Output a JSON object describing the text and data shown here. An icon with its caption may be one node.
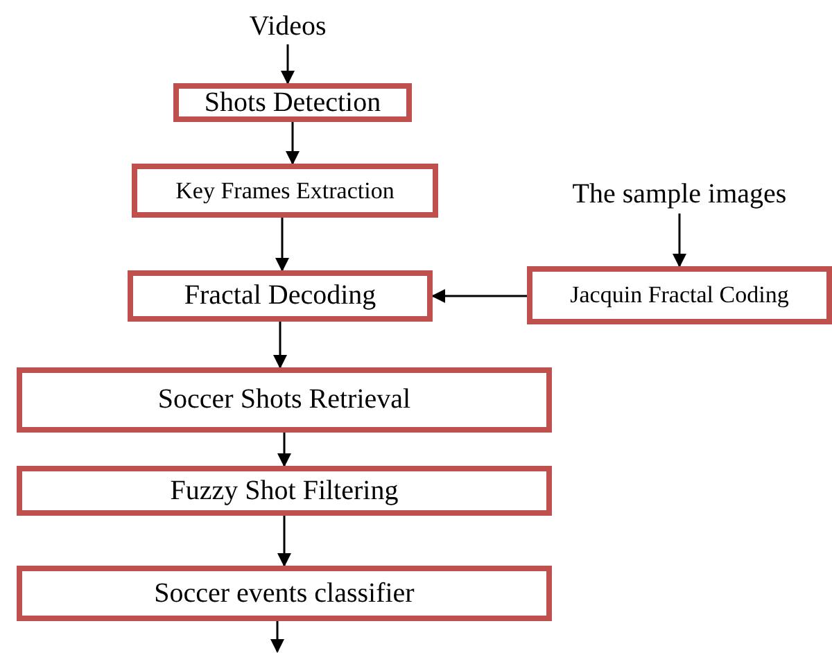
{
  "diagram": {
    "nodes": [
      {
        "text": [
          "Videos"
        ]
      },
      {
        "text": [
          "Shots Detection"
        ]
      },
      {
        "text": [
          "Key Frames Extraction"
        ]
      },
      {
        "text": [
          "Fractal Decoding"
        ]
      },
      {
        "text": [
          "Jacquin Fractal Coding"
        ]
      },
      {
        "text": [
          "The sample images"
        ]
      },
      {
        "text": [
          "Soccer Shots Retrieval"
        ]
      },
      {
        "text": [
          "Fuzzy Shot Filtering"
        ]
      },
      {
        "text": [
          "Soccer events classifier"
        ]
      }
    ],
    "edges": [
      {
        "from": 0,
        "to": 1,
        "arrow": "to"
      },
      {
        "from": 1,
        "to": 2,
        "arrow": "to"
      },
      {
        "from": 2,
        "to": 3,
        "arrow": "to"
      },
      {
        "from": 5,
        "to": 4,
        "arrow": "to"
      },
      {
        "from": 4,
        "to": 3,
        "arrow": "to"
      },
      {
        "from": 3,
        "to": 6,
        "arrow": "to"
      },
      {
        "from": 6,
        "to": 7,
        "arrow": "to"
      },
      {
        "from": 7,
        "to": 8,
        "arrow": "to"
      },
      {
        "from": 8,
        "to": null,
        "arrow": "to"
      }
    ]
  }
}
